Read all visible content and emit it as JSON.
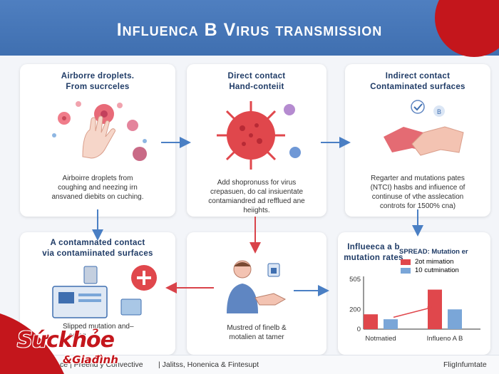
{
  "header": {
    "title": "Influenca B Virus transmission"
  },
  "cards": [
    {
      "id": "airborne",
      "title": [
        "Airborre droplets.",
        "From sucrceles"
      ],
      "text": [
        "Airboirre droplets from",
        "coughing and neezing irn",
        "ansvaned diebits on cuching."
      ]
    },
    {
      "id": "direct",
      "title": [
        "Direct contact",
        "Hand-conteiit"
      ],
      "text": [
        "Add shopronuss for virus",
        "crepasuen, do cal insiuentate",
        "contamiandred ad refflued ane",
        "heiights."
      ]
    },
    {
      "id": "indirect",
      "title": [
        "Indirect contact",
        "Contaminated surfaces"
      ],
      "text": [
        "Regarter and mutations pates",
        "(NTCI) hasbs and infiuence of",
        "continuse of vthe asslecation",
        "controts for 1500% cna)"
      ]
    },
    {
      "id": "contaminated",
      "title": [
        "A contamnated contact",
        "via contamiinated surfaces"
      ],
      "text": [
        "Slipped mutation and–",
        "...aging"
      ]
    },
    {
      "id": "mustered",
      "title": [],
      "text": [
        "Mustred of finelb &",
        "motalien at tamer"
      ]
    },
    {
      "id": "mutation",
      "title": [
        "Influeeca a b",
        "mutation rates"
      ],
      "text": []
    }
  ],
  "chart_data": {
    "type": "bar",
    "title": "",
    "categories": [
      "Notmatied",
      "Influeno A B"
    ],
    "legend_title": "SPREAD: Mutation er",
    "series": [
      {
        "name": "2ot mimation",
        "values": [
          150,
          400
        ],
        "color": "#e0474c"
      },
      {
        "name": "10 cutmination",
        "values": [
          100,
          200
        ],
        "color": "#7aa6d8"
      }
    ],
    "y_ticks": [
      "505",
      "200",
      "0"
    ],
    "ylim": [
      0,
      505
    ],
    "trend_line": true,
    "legend_position": "top-right"
  },
  "footer": {
    "left": "ce | Preend y Convective",
    "middle": "| Jalitss, Honenica & Fintesupt",
    "right": "FligInfumtate"
  },
  "logo": {
    "main": "Sứckhỏe",
    "sub": "&Giađình"
  },
  "colors": {
    "accent_blue": "#3f6fb0",
    "virus_red": "#e0474c",
    "arrow_blue": "#4a7fc4",
    "arrow_red": "#d9434a",
    "brand_red": "#c4161c"
  }
}
